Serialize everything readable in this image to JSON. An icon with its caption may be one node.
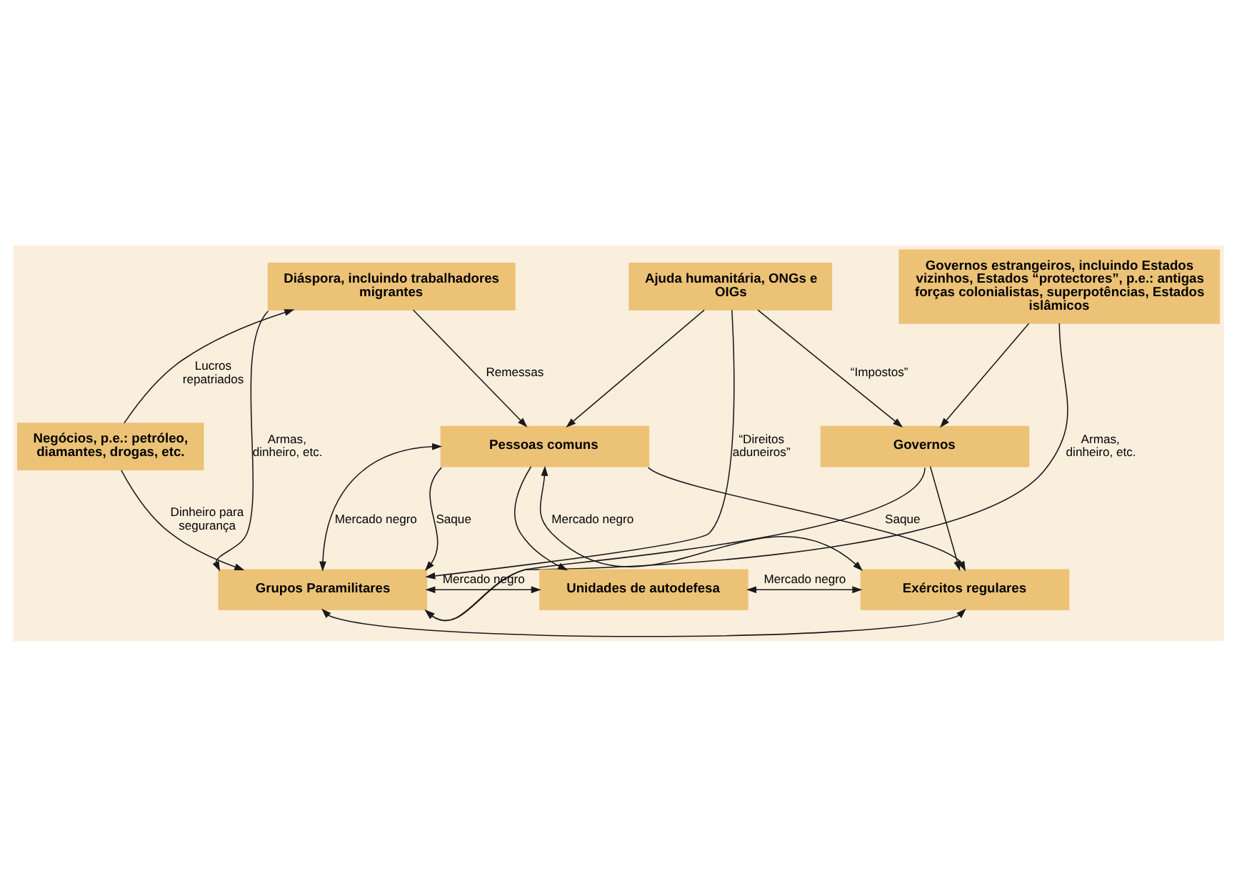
{
  "diagram": {
    "nodes": [
      {
        "text": [
          "Diáspora, incluindo trabalhadores migrantes"
        ]
      },
      {
        "text": [
          "Ajuda humanitária, ONGs e OIGs"
        ]
      },
      {
        "text": [
          "Governos estrangeiros, incluindo Estados vizinhos, Estados “protectores”, p.e.: antigas forças colonialistas, superpotências, Estados islâmicos"
        ]
      },
      {
        "text": [
          "Negócios, p.e.: petróleo, diamantes, drogas, etc."
        ]
      },
      {
        "text": [
          "Pessoas comuns"
        ]
      },
      {
        "text": [
          "Governos"
        ]
      },
      {
        "text": [
          "Grupos Paramilitares"
        ]
      },
      {
        "text": [
          "Unidades de autodefesa"
        ]
      },
      {
        "text": [
          "Exércitos regulares"
        ]
      }
    ],
    "edges": [
      {
        "from": 0,
        "to": 6,
        "arrow": "to",
        "label": "Armas, dinheiro, etc."
      },
      {
        "from": 3,
        "to": 0,
        "arrow": "to",
        "label": "Lucros repatriados"
      },
      {
        "from": 0,
        "to": 4,
        "arrow": "to",
        "label": "Remessas"
      },
      {
        "from": 1,
        "to": 6,
        "arrow": "to",
        "label": "“Direitos aduneiros”"
      },
      {
        "from": 1,
        "to": 4,
        "arrow": "to"
      },
      {
        "from": 1,
        "to": 5,
        "arrow": "to",
        "label": "“Impostos”"
      },
      {
        "from": 2,
        "to": 5,
        "arrow": "to"
      },
      {
        "from": 2,
        "to": 6,
        "arrow": "to",
        "label": "Armas, dinheiro, etc."
      },
      {
        "from": 3,
        "to": 6,
        "arrow": "to",
        "label": "Dinheiro para segurança"
      },
      {
        "from": 4,
        "to": 6,
        "arrow": "to",
        "label": "Saque"
      },
      {
        "from": 4,
        "to": 6,
        "arrow": "both",
        "label": "Mercado negro"
      },
      {
        "from": 4,
        "to": 7,
        "arrow": "to"
      },
      {
        "from": 4,
        "to": 8,
        "arrow": "both",
        "label": "Mercado negro"
      },
      {
        "from": 4,
        "to": 8,
        "arrow": "to",
        "label": "Saque"
      },
      {
        "from": 5,
        "to": 8,
        "arrow": "to"
      },
      {
        "from": 5,
        "to": 6,
        "arrow": "to"
      },
      {
        "from": 6,
        "to": 7,
        "arrow": "both",
        "label": "Mercado negro"
      },
      {
        "from": 7,
        "to": 8,
        "arrow": "both",
        "label": "Mercado negro"
      },
      {
        "from": 6,
        "to": 8,
        "arrow": "both"
      }
    ]
  }
}
